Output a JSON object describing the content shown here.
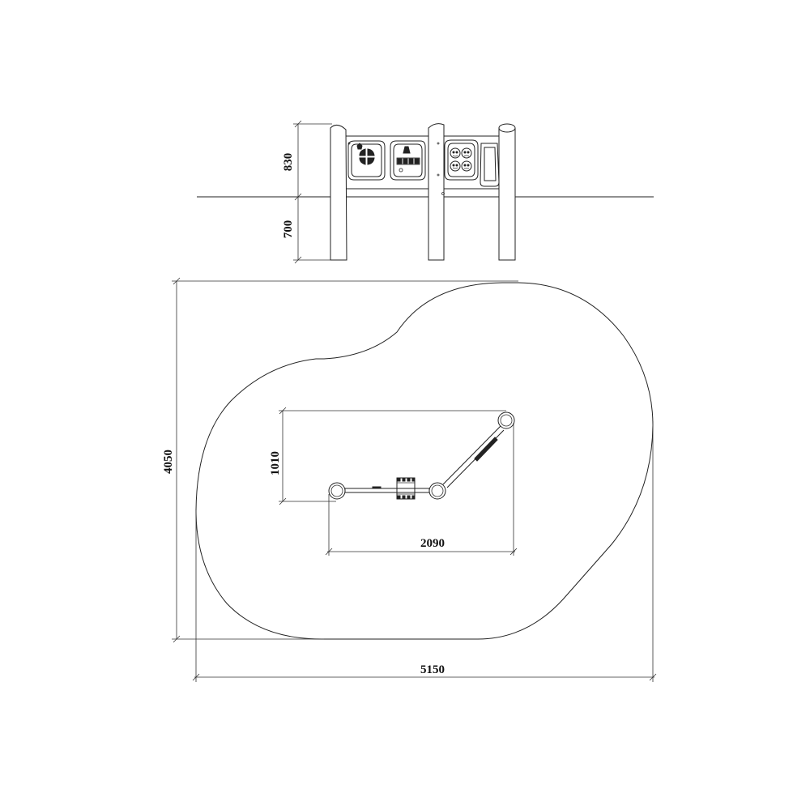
{
  "drawing": {
    "elevation": {
      "height_above_ground": "830",
      "depth_below_ground": "700"
    },
    "plan": {
      "safety_zone_depth": "4050",
      "safety_zone_width": "5150",
      "equipment_depth": "1010",
      "equipment_width": "2090"
    }
  }
}
